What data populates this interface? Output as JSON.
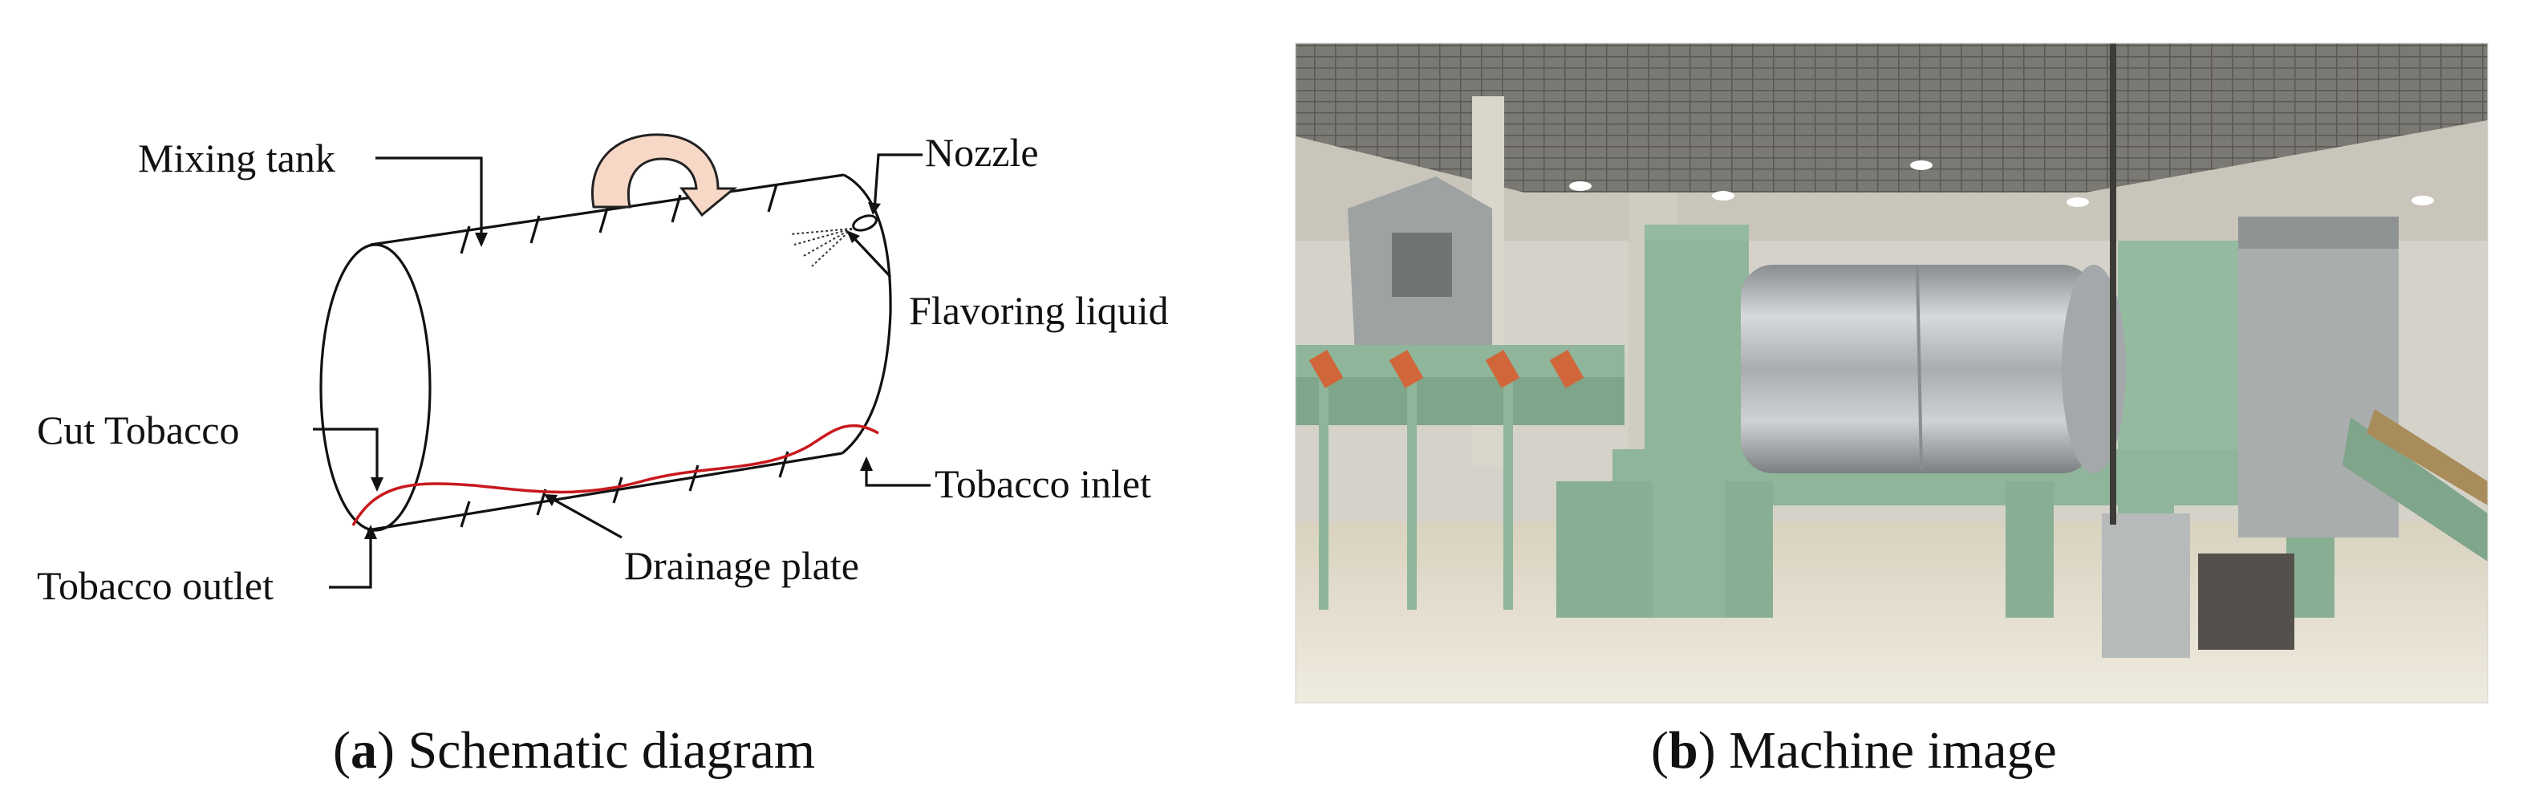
{
  "panel_a": {
    "labels": {
      "mixing_tank": "Mixing tank",
      "nozzle": "Nozzle",
      "flavoring_liquid": "Flavoring liquid",
      "cut_tobacco": "Cut Tobacco",
      "tobacco_inlet": "Tobacco inlet",
      "drainage_plate": "Drainage plate",
      "tobacco_outlet": "Tobacco outlet"
    },
    "caption": {
      "letter": "a",
      "open": "(",
      "close": ")",
      "text": " Schematic diagram"
    },
    "colors": {
      "drainage_plate": "#c8191e",
      "rotation_arrow": "#f7d8c6"
    },
    "icons": [
      "rotation-arrow-icon",
      "nozzle-icon"
    ]
  },
  "panel_b": {
    "caption": {
      "letter": "b",
      "open": "(",
      "close": ")",
      "text": " Machine image"
    },
    "photo_colors": {
      "frame": "#8fb59a",
      "drum": "#b8bbbd",
      "floor": "#dcd6c4",
      "ceiling": "#6f6d68"
    }
  }
}
